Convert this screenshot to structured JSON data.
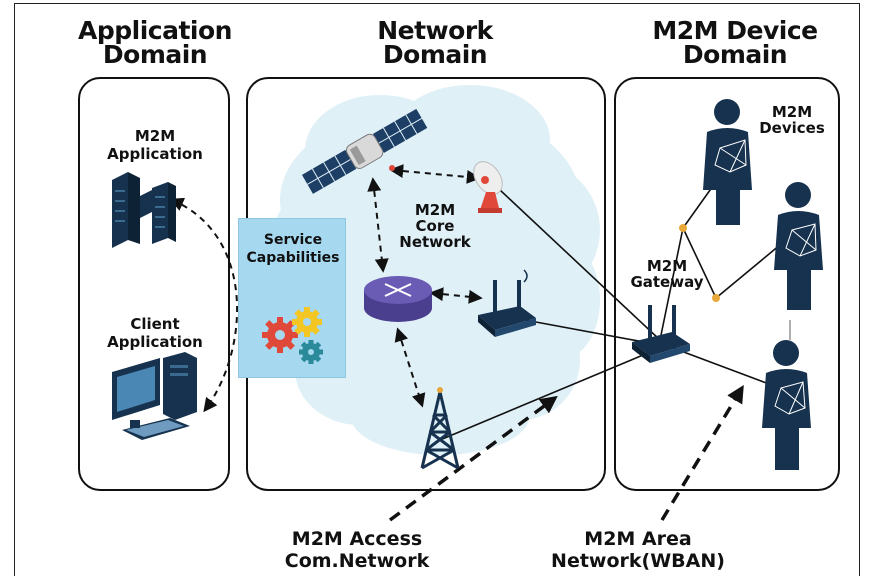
{
  "domains": {
    "application": {
      "title_line1": "Application",
      "title_line2": "Domain"
    },
    "network": {
      "title_line1": "Network",
      "title_line2": "Domain"
    },
    "device": {
      "title_line1": "M2M Device",
      "title_line2": "Domain"
    }
  },
  "labels": {
    "m2m_application_line1": "M2M",
    "m2m_application_line2": "Application",
    "client_application_line1": "Client",
    "client_application_line2": "Application",
    "service_line1": "Service",
    "service_line2": "Capabilities",
    "core_network_line1": "M2M",
    "core_network_line2": "Core",
    "core_network_line3": "Network",
    "gateway_line1": "M2M",
    "gateway_line2": "Gateway",
    "devices_line1": "M2M",
    "devices_line2": "Devices",
    "access_line1": "M2M Access",
    "access_line2": "Com.Network",
    "area_line1": "M2M Area",
    "area_line2": "Network(WBAN)"
  },
  "colors": {
    "cloud": "#dff0f7",
    "service_box": "#a6d8ef",
    "navy": "#16324f",
    "router": "#6a5bb5",
    "node": "#e8a93a",
    "gear_red": "#e0483a",
    "gear_yellow": "#f3c623",
    "gear_teal": "#2a8a9a"
  },
  "icons": [
    "server-icon",
    "computer-icon",
    "satellite-icon",
    "dish-antenna-icon",
    "router-icon",
    "wireless-ap-icon",
    "cell-tower-icon",
    "gateway-icon",
    "gears-icon",
    "person-icon"
  ]
}
